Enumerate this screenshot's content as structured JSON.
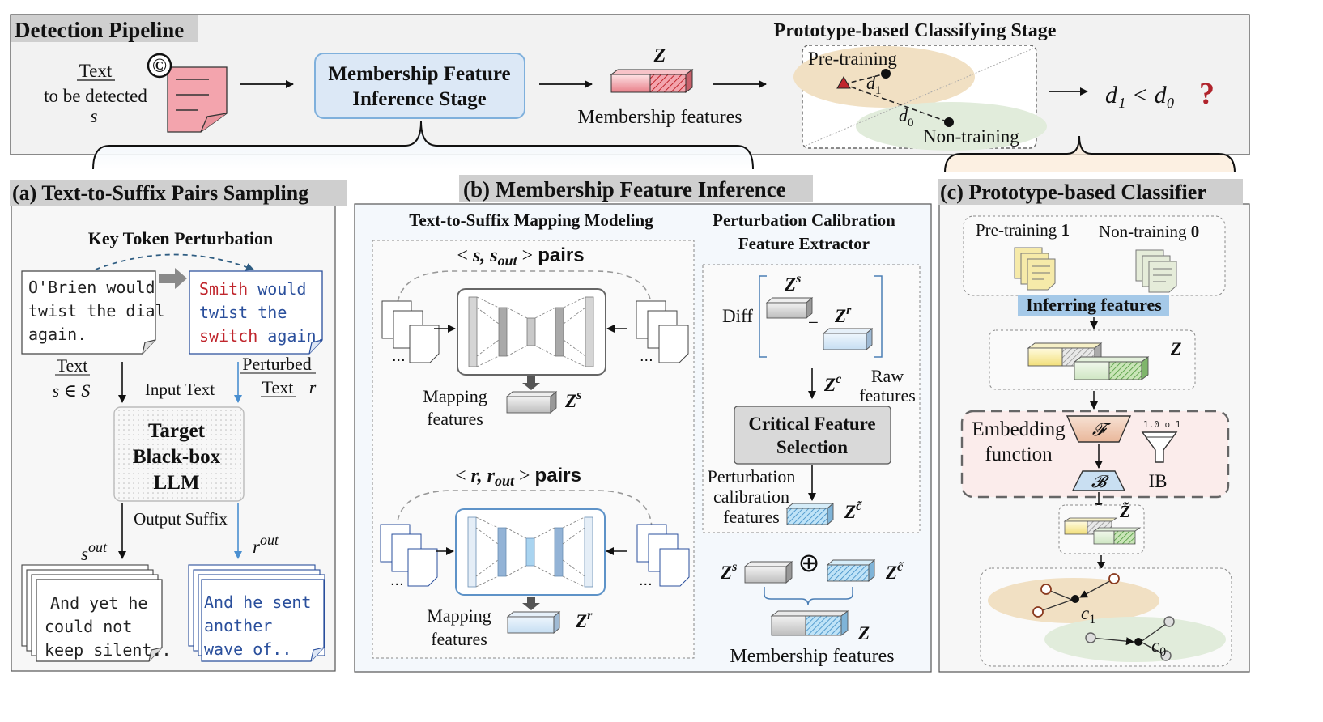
{
  "pipeline": {
    "title": "Detection Pipeline",
    "stage_label": "Prototype-based Classifying Stage",
    "text_label": "Text",
    "text_sub": "to be detected",
    "text_var": "s",
    "copyright_symbol": "©",
    "inference_stage": [
      "Membership Feature",
      "Inference Stage"
    ],
    "z_label": "Z",
    "membership_features": "Membership features",
    "pretraining": "Pre-training",
    "nontraining": "Non-training",
    "d1": "d",
    "d1_sub": "1",
    "d0": "d",
    "d0_sub": "0",
    "result_expr": "d₁ < d₀",
    "question": "?"
  },
  "panel_a": {
    "title": "(a) Text-to-Suffix Pairs Sampling",
    "key_token": "Key Token Perturbation",
    "original_text": [
      "O'Brien would",
      "twist the dial",
      "again."
    ],
    "perturbed_text": [
      [
        {
          "t": "Smith",
          "c": "red"
        },
        {
          "t": " would",
          "c": "blue"
        }
      ],
      [
        {
          "t": "twist the",
          "c": "blue"
        }
      ],
      [
        {
          "t": "switch",
          "c": "red"
        },
        {
          "t": " again.",
          "c": "blue"
        }
      ]
    ],
    "text_label": "Text",
    "text_set": "s ∈ S",
    "perturbed_label": "Perturbed",
    "perturbed_text_label": "Text",
    "r_var": "r",
    "input_text": "Input Text",
    "llm": [
      "Target",
      "Black-box",
      "LLM"
    ],
    "output_suffix": "Output Suffix",
    "s_out": "s",
    "s_out_sup": "out",
    "r_out": "r",
    "r_out_sup": "out",
    "suffix_s": [
      "And yet he",
      "could not",
      "keep silent.."
    ],
    "suffix_r": [
      "And he sent",
      "another",
      "wave of.."
    ]
  },
  "panel_b": {
    "title": "(b) Membership Feature Inference",
    "mapping_title": "Text-to-Suffix Mapping Modeling",
    "pair1": "< s, s_out > pairs",
    "pair2": "< r, r_out > pairs",
    "mapping_features": [
      "Mapping",
      "features"
    ],
    "zs": "Z",
    "zs_sup": "s",
    "zr": "Z",
    "zr_sup": "r",
    "ellipsis": "...",
    "pert_title": [
      "Perturbation Calibration",
      "Feature Extractor"
    ],
    "diff": "Diff",
    "minus": "−",
    "zc": "Z",
    "zc_sup": "c",
    "raw_features": [
      "Raw",
      "features"
    ],
    "critical": [
      "Critical Feature",
      "Selection"
    ],
    "pert_calib": [
      "Perturbation",
      "calibration",
      "features"
    ],
    "zc_tilde_sup": "c̃",
    "oplus": "⊕",
    "z_label": "Z",
    "membership_features": "Membership features"
  },
  "panel_c": {
    "title": "(c) Prototype-based Classifier",
    "pretraining": "Pre-training",
    "pretraining_num": "1",
    "nontraining": "Non-training",
    "nontraining_num": "0",
    "inferring": "Inferring features",
    "z_label": "Z",
    "embedding": [
      "Embedding",
      "function"
    ],
    "f_label": "𝓕",
    "b_label": "𝓑",
    "ib": "IB",
    "z_tilde": "Z̃",
    "c1": "c",
    "c1_sub": "1",
    "c0": "c",
    "c0_sub": "0"
  },
  "colors": {
    "red_text": "#c0262d",
    "blue_text": "#2a4f9c",
    "pink_doc": "#f3a4ad",
    "stage_fill": "#dde9f7",
    "tan_region": "#f1e0c3",
    "green_region": "#e1ecdb"
  }
}
